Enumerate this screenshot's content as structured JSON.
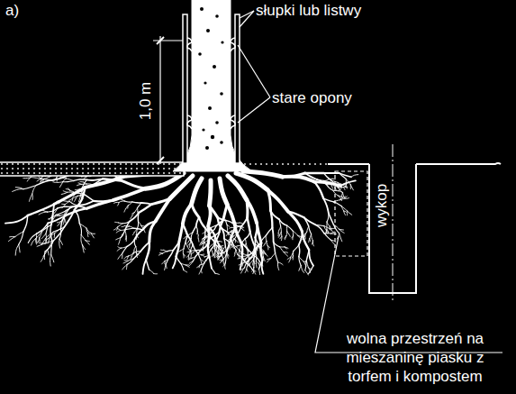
{
  "diagram": {
    "labels": [
      "a)",
      "słupki lub listwy",
      "stare opony",
      "1,0 m",
      "wykop",
      "wolna przestrzeń na mieszaninę piasku z torfem i kompostem"
    ]
  }
}
